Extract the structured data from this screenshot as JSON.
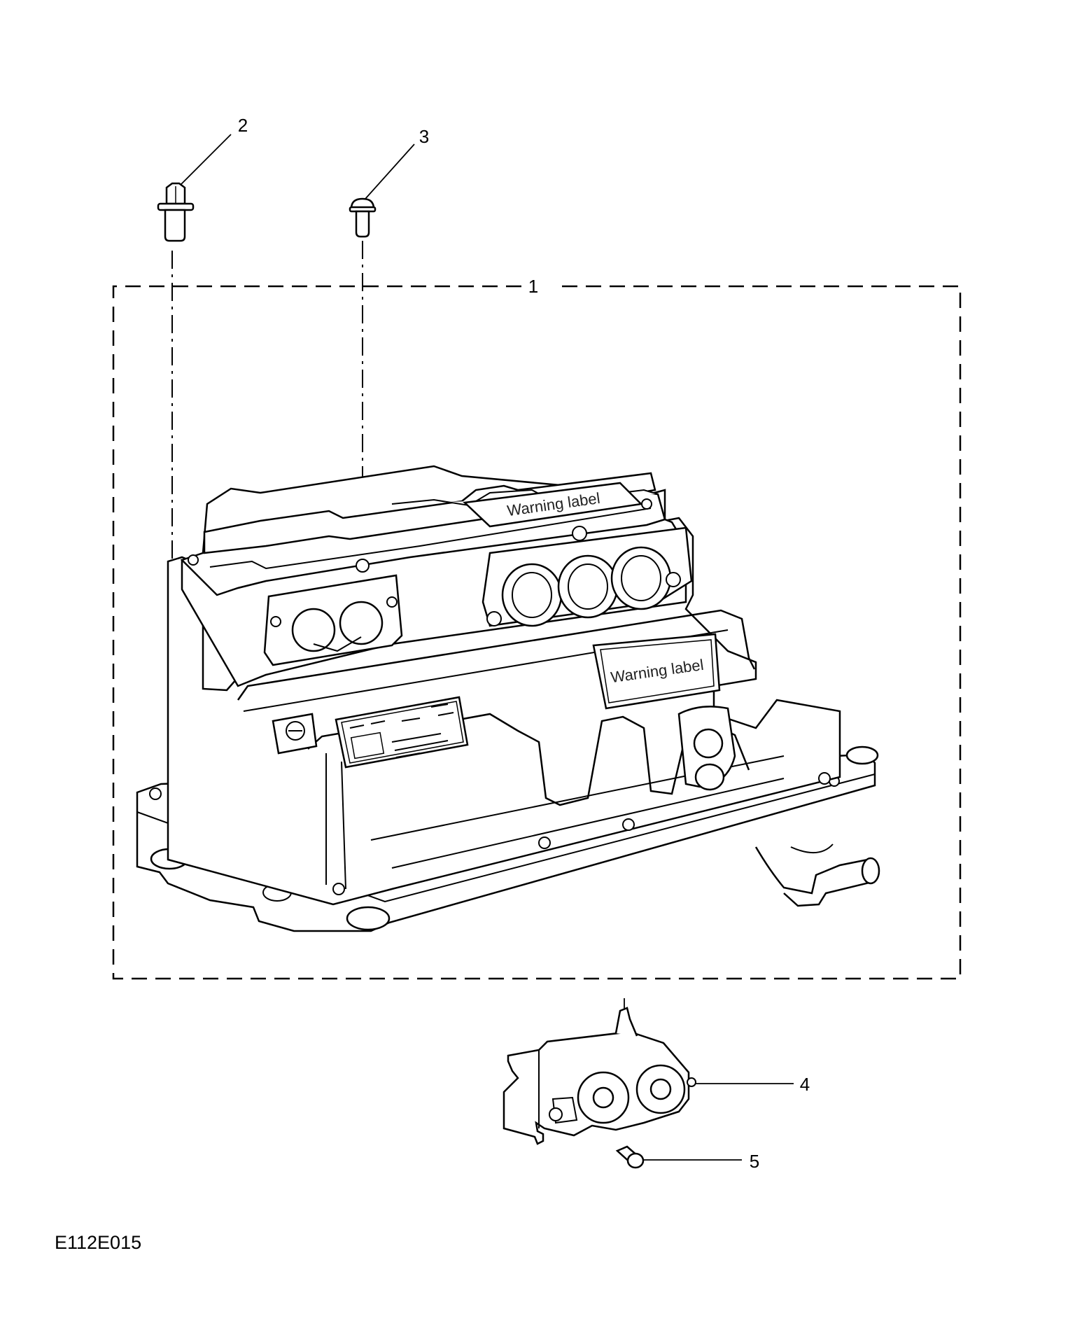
{
  "callouts": {
    "c1": "1",
    "c2": "2",
    "c3": "3",
    "c4": "4",
    "c5": "5"
  },
  "labels": {
    "warning_top": "Warning label",
    "warning_front": "Warning label"
  },
  "figure_ref": "E112E015",
  "colors": {
    "line": "#000000",
    "background": "#ffffff"
  }
}
